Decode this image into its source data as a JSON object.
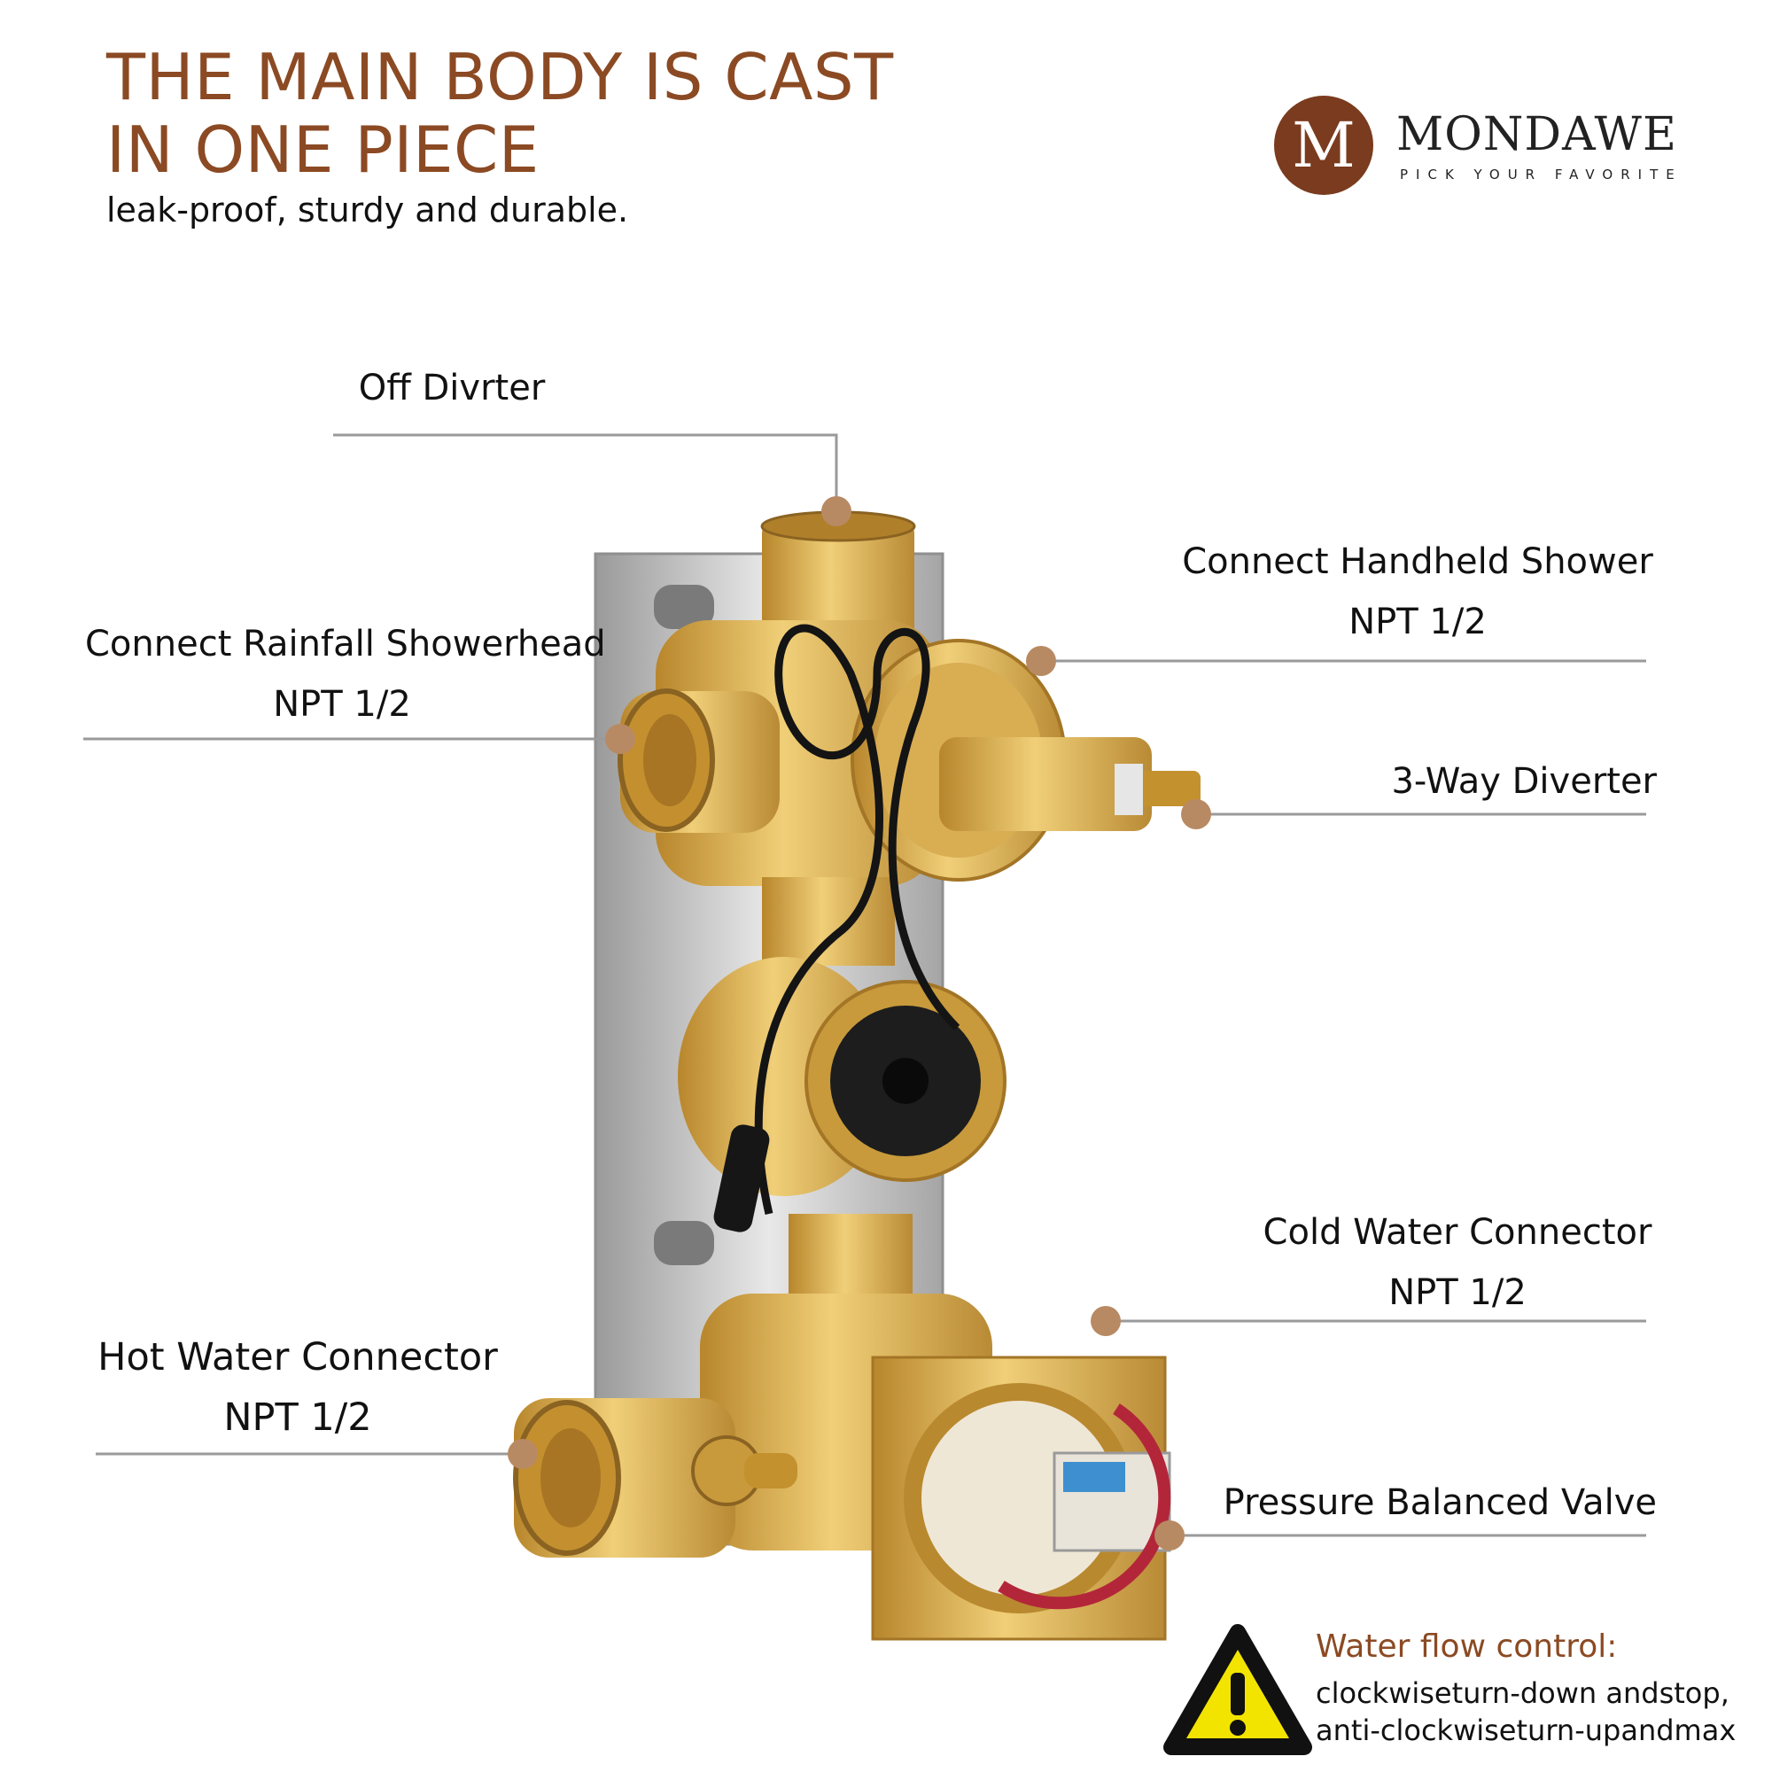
{
  "header": {
    "headline_line1": "THE MAIN BODY IS CAST",
    "headline_line2": "IN ONE PIECE",
    "tagline": "leak-proof, sturdy and durable."
  },
  "brand": {
    "mark": "M",
    "name": "MONDAWE",
    "slogan": "PICK YOUR FAVORITE",
    "color": "#7a3b1e"
  },
  "callouts": {
    "off_diverter": {
      "title": "Off Divrter"
    },
    "rainfall": {
      "title": "Connect Rainfall Showerhead",
      "spec": "NPT 1/2"
    },
    "handheld": {
      "title": "Connect Handheld Shower",
      "spec": "NPT 1/2"
    },
    "three_way": {
      "title": "3-Way Diverter"
    },
    "cold_water": {
      "title": "Cold Water Connector",
      "spec": "NPT 1/2"
    },
    "hot_water": {
      "title": "Hot Water Connector",
      "spec": "NPT 1/2"
    },
    "pressure_valve": {
      "title": "Pressure Balanced Valve"
    }
  },
  "warning": {
    "title": "Water flow control:",
    "line1": "clockwiseturn-down andstop,",
    "line2": "anti-clockwiseturn-upandmax",
    "icon": "warning-icon"
  },
  "colors": {
    "accent": "#8b4a23",
    "brass": "#d4a848",
    "marker": "#b88a63",
    "leader_line": "#9a9a9a"
  }
}
